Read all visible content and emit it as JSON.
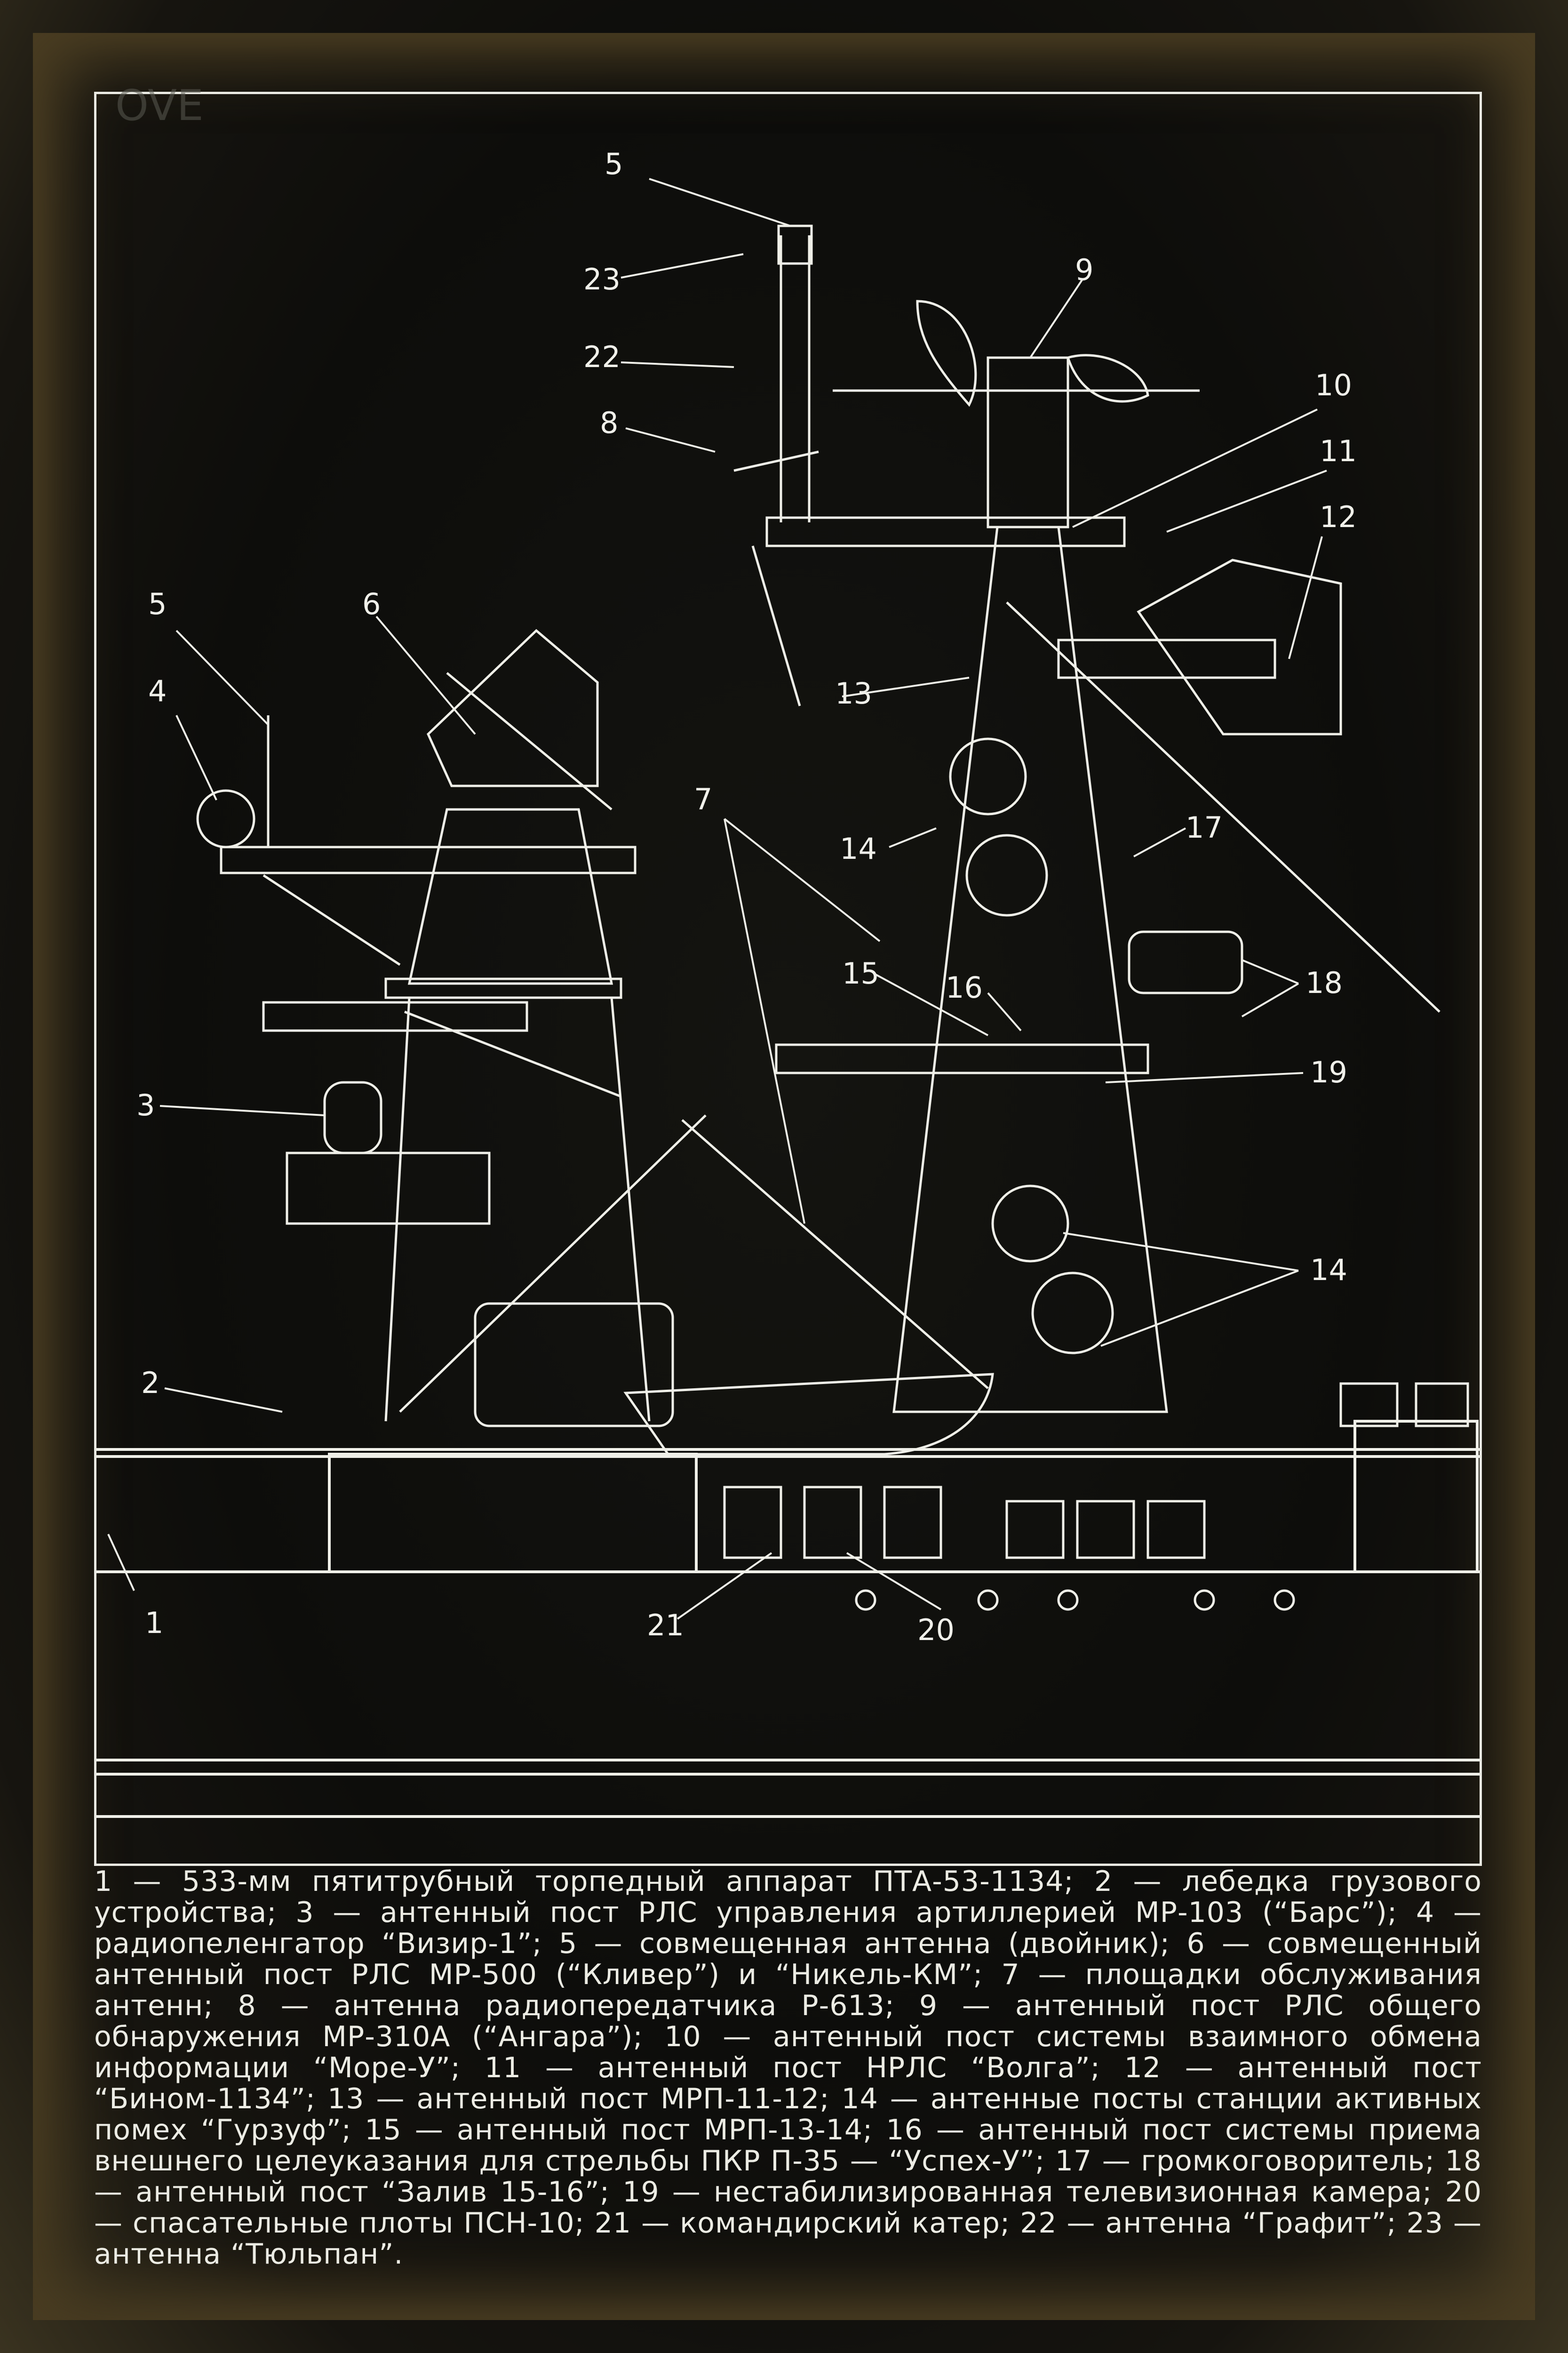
{
  "callouts": {
    "n1": "1",
    "n2": "2",
    "n3": "3",
    "n4": "4",
    "n5a": "5",
    "n5b": "5",
    "n6": "6",
    "n7": "7",
    "n8": "8",
    "n9": "9",
    "n10": "10",
    "n11": "11",
    "n12": "12",
    "n13": "13",
    "n14a": "14",
    "n14b": "14",
    "n15": "15",
    "n16": "16",
    "n17": "17",
    "n18": "18",
    "n19": "19",
    "n20": "20",
    "n21": "21",
    "n22": "22",
    "n23": "23"
  },
  "corner_scratch": "OVE",
  "caption": "1 — 533-мм пятитрубный торпедный аппарат ПТА-53-1134; 2 — лебедка грузового устройства; 3 — антенный пост РЛС управления артиллерией МР-103 (“Барс”); 4 — радиопеленгатор “Визир-1”; 5 — совмещенная антенна (двойник); 6 — совмещенный антенный пост РЛС МР-500 (“Кливер”) и “Никель-КМ”; 7 — площадки обслуживания антенн; 8 — антенна радиопередатчика Р-613; 9 — антенный пост РЛС общего обнаружения МР-310А (“Ангара”); 10 — антенный пост системы взаимного обмена информации “Море-У”; 11 — антенный пост НРЛС “Волга”; 12 — антенный пост “Бином-1134”; 13 — антенный пост МРП-11-12; 14 — антенные посты станции активных помех “Гурзуф”; 15 — антенный пост МРП-13-14; 16 — антенный пост системы приема внешнего целеуказания для стрельбы ПКР П-35 — “Успех-У”; 17 — громкоговоритель; 18 — антенный пост “Залив 15-16”; 19 — нестабилизированная телевизионная камера; 20 — спасательные плоты ПСН-10; 21 — командирский катер; 22 — антенна “Графит”; 23 — антенна “Тюльпан”.",
  "colors": {
    "line": "#efefe8",
    "background": "#0e0e0c",
    "edge": "#4a3d22"
  }
}
